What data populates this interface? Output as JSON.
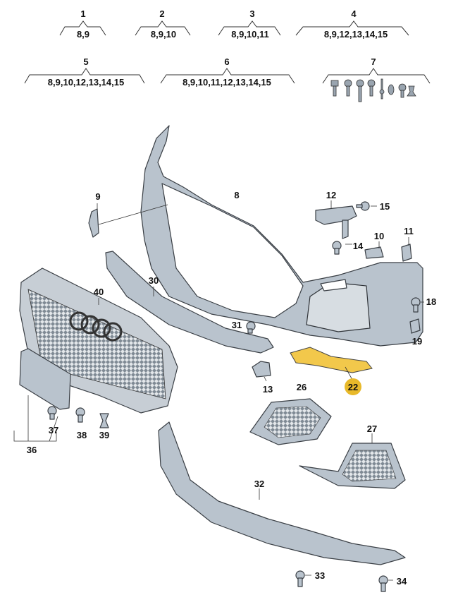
{
  "sets": [
    {
      "id": "1",
      "contents": "8,9"
    },
    {
      "id": "2",
      "contents": "8,9,10"
    },
    {
      "id": "3",
      "contents": "8,9,10,11"
    },
    {
      "id": "4",
      "contents": "8,9,12,13,14,15"
    },
    {
      "id": "5",
      "contents": "8,9,10,12,13,14,15"
    },
    {
      "id": "6",
      "contents": "8,9,10,11,12,13,14,15"
    },
    {
      "id": "7",
      "contents": ""
    }
  ],
  "parts": {
    "p8": "8",
    "p9": "9",
    "p10": "10",
    "p11": "11",
    "p12": "12",
    "p13": "13",
    "p14": "14",
    "p15": "15",
    "p18": "18",
    "p19": "19",
    "p22": "22",
    "p26": "26",
    "p27": "27",
    "p30": "30",
    "p31": "31",
    "p32": "32",
    "p33": "33",
    "p34": "34",
    "p36": "36",
    "p37": "37",
    "p38": "38",
    "p39": "39",
    "p40": "40"
  },
  "colors": {
    "highlight": "#e8b92a",
    "part_fill": "#b9c3cd"
  }
}
